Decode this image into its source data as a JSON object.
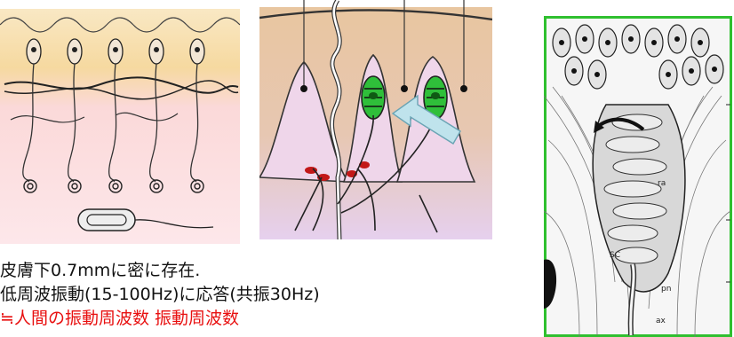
{
  "caption": {
    "line1": "皮膚下0.7mmに密に存在.",
    "line2": "低周波振動(15-100Hz)に応答(共振30Hz)",
    "line3": "≒人間の振動周波数 振動周波数"
  },
  "histology": {
    "labels": {
      "ra": "ra",
      "sc": "SC",
      "pn": "pn",
      "ax": "ax"
    }
  },
  "colors": {
    "epidermis": "#f6dfa8",
    "dermis": "#fbd6dc",
    "mid_skin": "#e8c8a0",
    "corpuscle_green": "#2fbf3a",
    "arrow_blue": "#bfe3ec",
    "frame_green": "#2fc02f",
    "ending_red": "#c21818"
  }
}
